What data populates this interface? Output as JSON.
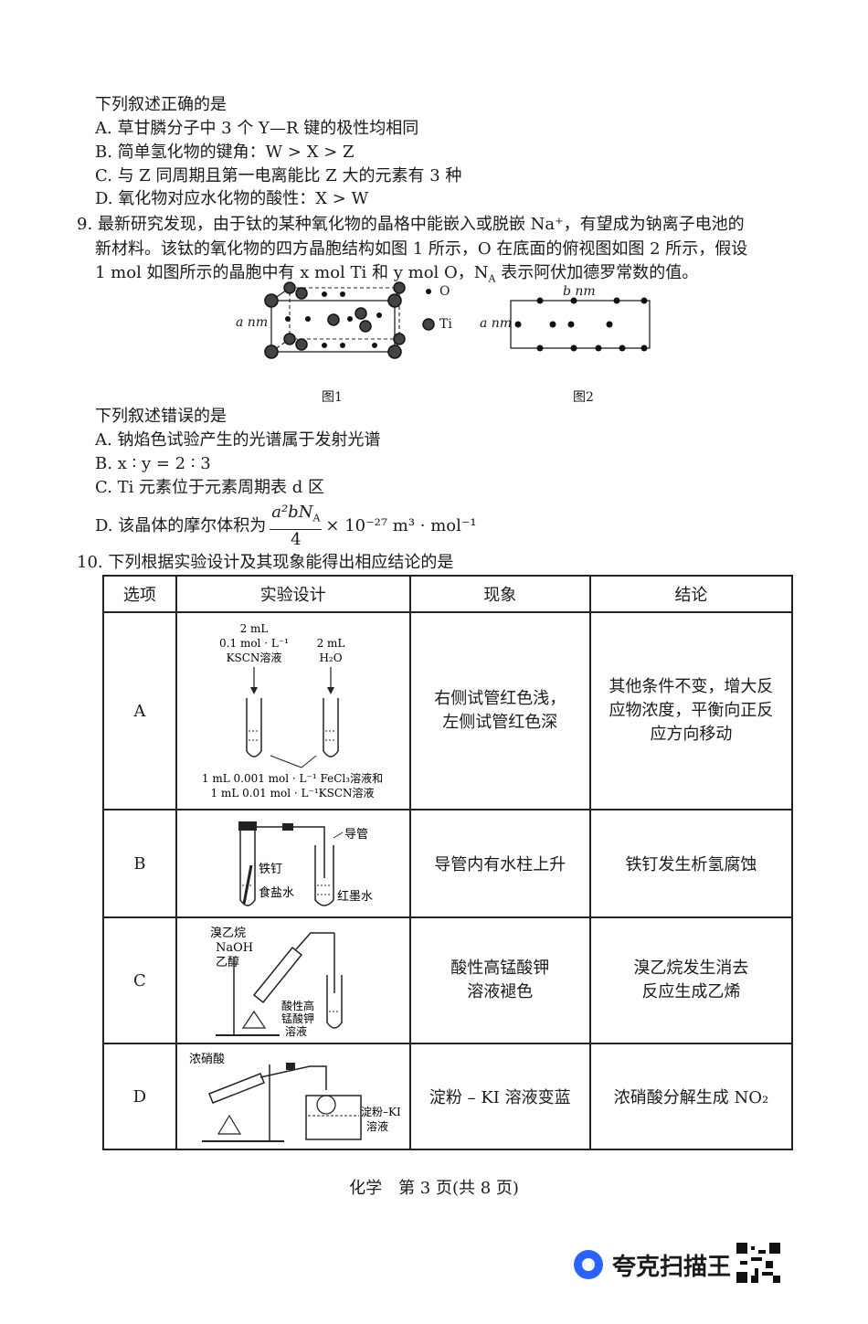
{
  "q8": {
    "prompt": "下列叙述正确的是",
    "options": [
      "A. 草甘膦分子中 3 个 Y—R 键的极性均相同",
      "B. 简单氢化物的键角：W > X > Z",
      "C. 与 Z 同周期且第一电离能比 Z 大的元素有 3 种",
      "D. 氧化物对应水化物的酸性：X > W"
    ]
  },
  "q9": {
    "line1": "9. 最新研究发现，由于钛的某种氧化物的晶格中能嵌入或脱嵌 Na⁺，有望成为钠离子电池的",
    "line2": "新材料。该钛的氧化物的四方晶胞结构如图 1 所示，O 在底面的俯视图如图 2 所示，假设",
    "line3": "1 mol 如图所示的晶胞中有 x mol Ti 和 y mol O，N",
    "line3_sub": "A",
    "line3_tail": " 表示阿伏加德罗常数的值。",
    "fig1": {
      "side_label": "a nm",
      "legend_o": "O",
      "legend_ti": "Ti",
      "caption": "图1"
    },
    "fig2": {
      "top_label": "b nm",
      "side_label": "a nm",
      "caption": "图2"
    },
    "prompt": "下列叙述错误的是",
    "optA": "A. 钠焰色试验产生的光谱属于发射光谱",
    "optB": "B. x ∶ y = 2 ∶ 3",
    "optC": "C. Ti 元素位于元素周期表 d 区",
    "optD_prefix": "D. 该晶体的摩尔体积为",
    "optD_num": "a²bN",
    "optD_num_sub": "A",
    "optD_den": "4",
    "optD_suffix": "× 10⁻²⁷ m³ · mol⁻¹"
  },
  "q10": {
    "stem": "10. 下列根据实验设计及其现象能得出相应结论的是",
    "headers": [
      "选项",
      "实验设计",
      "现象",
      "结论"
    ],
    "rowA": {
      "option": "A",
      "left_reagent": [
        "2 mL",
        "0.1 mol · L⁻¹",
        "KSCN溶液"
      ],
      "right_reagent": [
        "2 mL",
        "H₂O"
      ],
      "bottom_note": [
        "1 mL 0.001 mol · L⁻¹ FeCl₃溶液和",
        "1 mL 0.01 mol · L⁻¹KSCN溶液"
      ],
      "phenomenon": [
        "右侧试管红色浅，",
        "左侧试管红色深"
      ],
      "conclusion": [
        "其他条件不变，增大反",
        "应物浓度，平衡向正反",
        "应方向移动"
      ]
    },
    "rowB": {
      "option": "B",
      "labels": {
        "tube": "导管",
        "nail": "铁钉",
        "salt": "食盐水",
        "ink": "红墨水"
      },
      "phenomenon": "导管内有水柱上升",
      "conclusion": "铁钉发生析氢腐蚀"
    },
    "rowC": {
      "option": "C",
      "labels": [
        "溴乙烷",
        "NaOH",
        "乙醇"
      ],
      "labels2": [
        "酸性高",
        "锰酸钾",
        "溶液"
      ],
      "phenomenon": [
        "酸性高锰酸钾",
        "溶液褪色"
      ],
      "conclusion": [
        "溴乙烷发生消去",
        "反应生成乙烯"
      ]
    },
    "rowD": {
      "option": "D",
      "labels": {
        "acid": "浓硝酸",
        "ki": [
          "淀粉–KI",
          "溶液"
        ]
      },
      "phenomenon": "淀粉 – KI 溶液变蓝",
      "conclusion": "浓硝酸分解生成 NO₂"
    }
  },
  "footer": "化学　第 3 页(共 8 页)",
  "scanner": {
    "text": "夸克扫描王"
  }
}
